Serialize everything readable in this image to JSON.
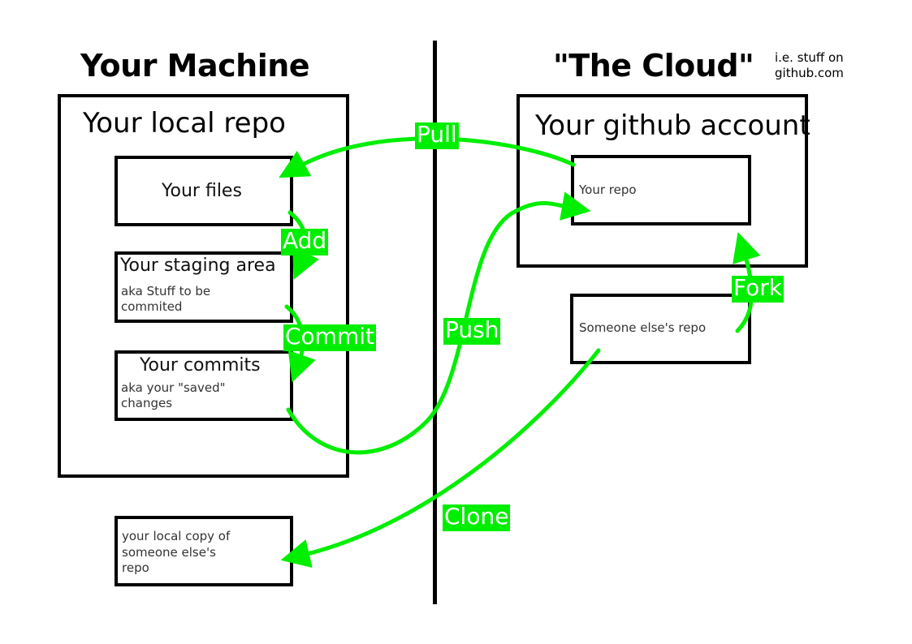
{
  "diagram": {
    "title_left": "Your Machine",
    "title_right": "\"The Cloud\"",
    "title_right_note": "i.e. stuff on\ngithub.com",
    "accent_color": "#00EE00",
    "line_color": "#000000",
    "background": "#ffffff"
  },
  "local": {
    "container_label": "Your local repo",
    "boxes": [
      {
        "title": "Your files",
        "subtitle": ""
      },
      {
        "title": "Your staging area",
        "subtitle": "aka Stuff to be\ncommited"
      },
      {
        "title": "Your commits",
        "subtitle": "aka your \"saved\"\nchanges"
      }
    ],
    "clone_box": "your local copy of\nsomeone else's\nrepo"
  },
  "cloud": {
    "container_label": "Your github account",
    "repo_box": "Your repo",
    "other_repo_box": "Someone else's repo"
  },
  "operations": {
    "add": "Add",
    "commit": "Commit",
    "push": "Push",
    "pull": "Pull",
    "fork": "Fork",
    "clone": "Clone"
  }
}
